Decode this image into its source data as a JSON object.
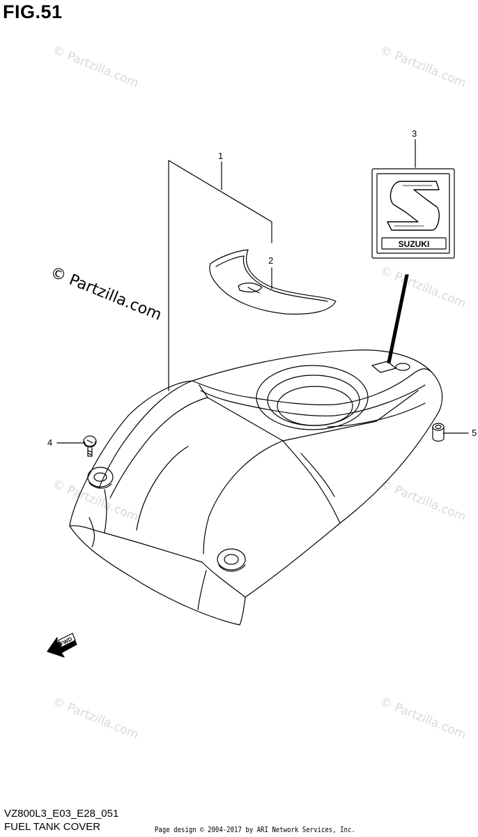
{
  "figure": {
    "title": "FIG.51"
  },
  "callouts": {
    "c1": "1",
    "c2": "2",
    "c3": "3",
    "c4": "4",
    "c5": "5"
  },
  "emblem": {
    "brand_text": "SUZUKI"
  },
  "fwd_arrow": {
    "text": "FWD"
  },
  "watermark": {
    "small": "© Partzilla.com",
    "large": "© Partzilla.com"
  },
  "footer": {
    "diagram_code": "VZ800L3_E03_E28_051",
    "caption": "FUEL TANK COVER",
    "copyright": "Page design © 2004-2017 by ARI Network Services, Inc."
  }
}
